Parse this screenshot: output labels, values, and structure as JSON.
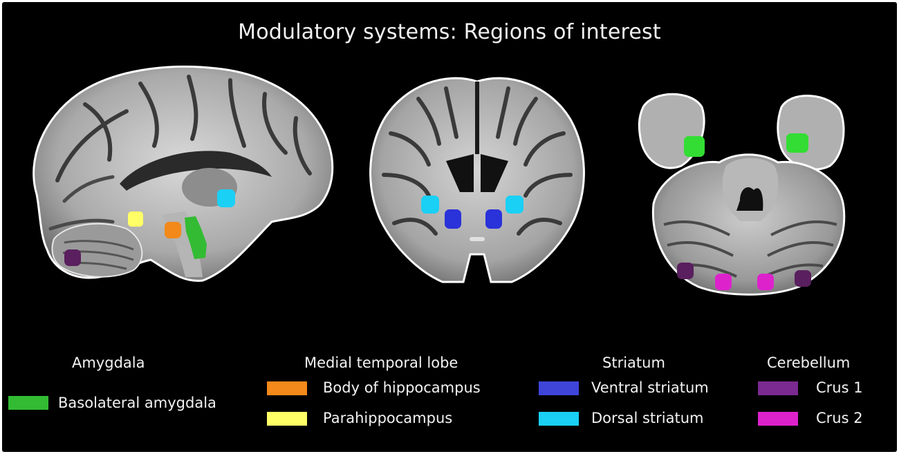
{
  "title": "Modulatory systems: Regions of interest",
  "legend": {
    "amygdala": {
      "heading": "Amygdala",
      "items": [
        {
          "label": "Basolateral amygdala",
          "color": "#33bb33"
        }
      ]
    },
    "mtl": {
      "heading": "Medial temporal lobe",
      "items": [
        {
          "label": "Body of hippocampus",
          "color": "#f2891a"
        },
        {
          "label": "Parahippocampus",
          "color": "#ffff66"
        }
      ]
    },
    "striatum": {
      "heading": "Striatum",
      "items": [
        {
          "label": "Ventral striatum",
          "color": "#3f45d9"
        },
        {
          "label": "Dorsal striatum",
          "color": "#1ad0f5"
        }
      ]
    },
    "cerebellum": {
      "heading": "Cerebellum",
      "items": [
        {
          "label": "Crus 1",
          "color": "#7a2a90"
        },
        {
          "label": "Crus 2",
          "color": "#dd22cc"
        }
      ]
    }
  },
  "views": [
    "sagittal-slice",
    "coronal-slice",
    "axial-cerebellum-slice"
  ]
}
